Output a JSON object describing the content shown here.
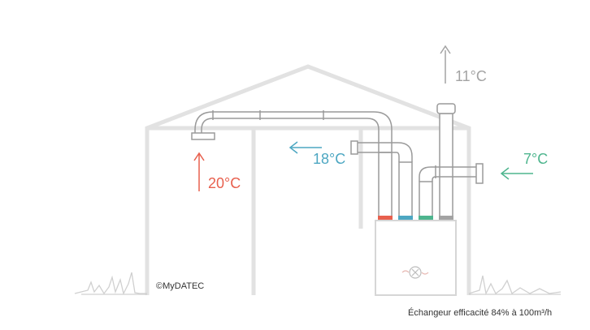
{
  "labels": {
    "exhaust_temp": "11°C",
    "extract_temp": "18°C",
    "outdoor_temp": "7°C",
    "supply_temp": "20°C",
    "copyright": "©MyDATEC",
    "caption": "Échangeur efficacité 84% à 100m³/h"
  },
  "colors": {
    "house_outline": "#e2e2e2",
    "duct": "#9a9a9a",
    "exhaust": "#a3a3a3",
    "extract": "#4da7c2",
    "outdoor": "#4eb58e",
    "supply": "#e8604e"
  },
  "icons": {
    "unit_logo": "ventilation-fan-icon"
  }
}
